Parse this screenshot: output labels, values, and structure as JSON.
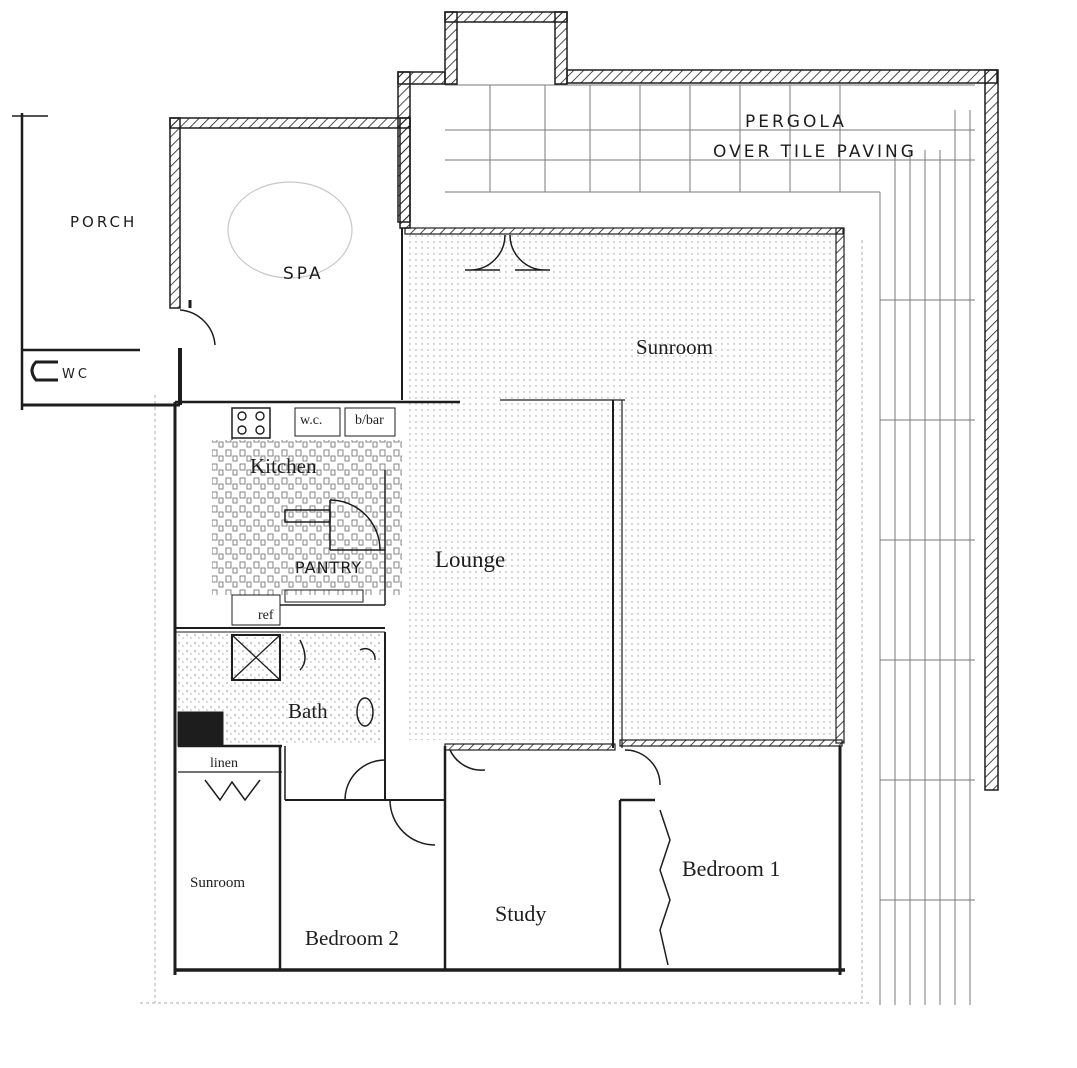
{
  "labels": {
    "pergola_line1": "PERGOLA",
    "pergola_line2": "OVER TILE PAVING",
    "porch": "PORCH",
    "spa": "SPA",
    "wc_outside": "WC",
    "sunroom_main": "Sunroom",
    "wc_inside": "w.c.",
    "bbar": "b/bar",
    "kitchen": "Kitchen",
    "pantry": "PANTRY",
    "lounge": "Lounge",
    "ref": "ref",
    "bath": "Bath",
    "linen": "linen",
    "sunroom_small": "Sunroom",
    "bedroom1": "Bedroom 1",
    "bedroom2": "Bedroom 2",
    "study": "Study"
  },
  "colors": {
    "ink": "#1d1d1d",
    "paper": "#ffffff",
    "tile": "#9a9a9a"
  }
}
